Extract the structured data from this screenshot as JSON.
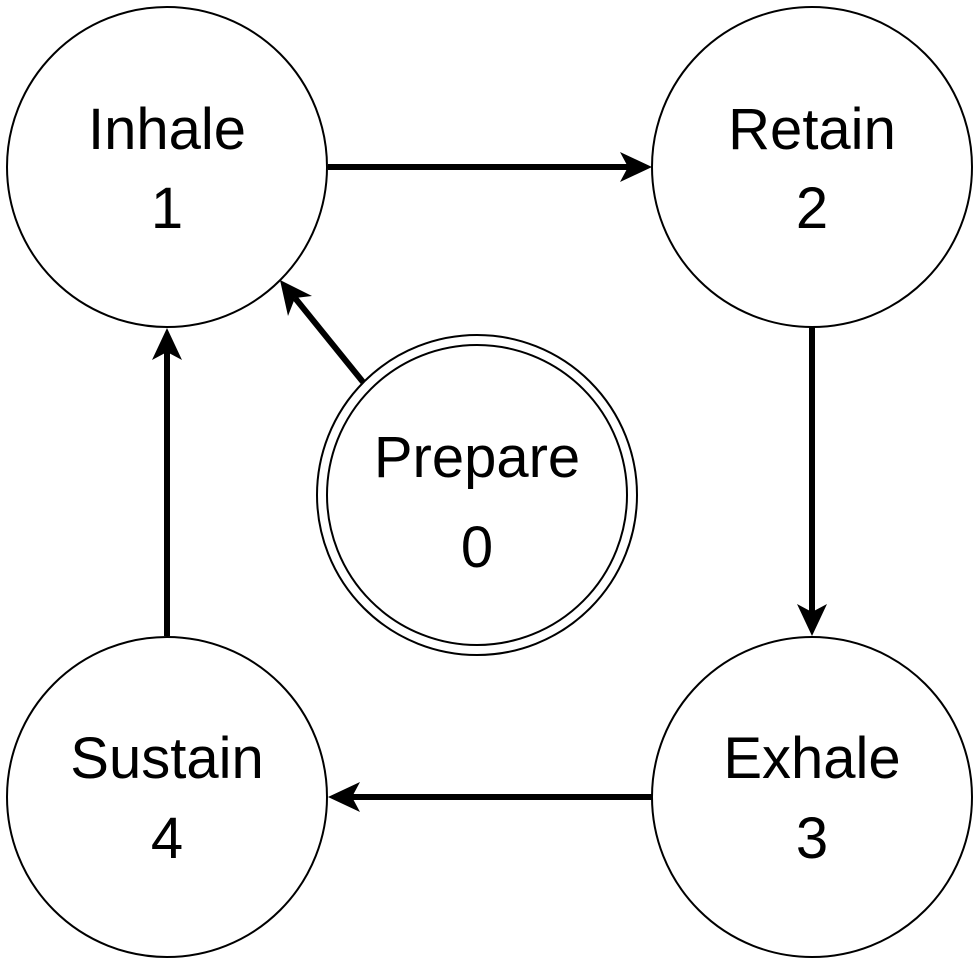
{
  "diagram": {
    "states": {
      "prepare": {
        "name": "Prepare",
        "number": "0"
      },
      "inhale": {
        "name": "Inhale",
        "number": "1"
      },
      "retain": {
        "name": "Retain",
        "number": "2"
      },
      "exhale": {
        "name": "Exhale",
        "number": "3"
      },
      "sustain": {
        "name": "Sustain",
        "number": "4"
      }
    },
    "transitions": [
      {
        "from": "Prepare",
        "to": "Inhale"
      },
      {
        "from": "Inhale",
        "to": "Retain"
      },
      {
        "from": "Retain",
        "to": "Exhale"
      },
      {
        "from": "Exhale",
        "to": "Sustain"
      },
      {
        "from": "Sustain",
        "to": "Inhale"
      }
    ],
    "colors": {
      "stroke": "#000000",
      "fill": "#ffffff"
    }
  }
}
